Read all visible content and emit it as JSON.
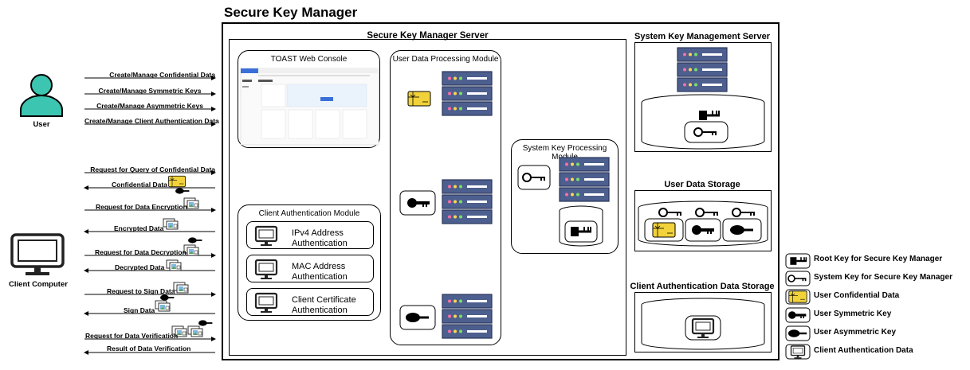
{
  "title": "Secure Key Manager",
  "server": {
    "title": "Secure Key Manager Server",
    "console": {
      "title": "TOAST Web Console"
    },
    "user_module": {
      "title": "User Data Processing Module"
    },
    "system_module": {
      "title": "System Key Processing Module"
    },
    "client_auth": {
      "title": "Client Authentication Module",
      "items": [
        {
          "line1": "IPv4 Address",
          "line2": "Authentication"
        },
        {
          "line1": "MAC Address",
          "line2": "Authentication"
        },
        {
          "line1": "Client Certificate",
          "line2": "Authentication"
        }
      ]
    }
  },
  "right_sections": {
    "system_key_server": "System Key Management Server",
    "user_data_storage": "User Data Storage",
    "client_auth_storage": "Client Authentication Data Storage"
  },
  "actors": {
    "user": "User",
    "client": "Client Computer"
  },
  "user_flows": [
    "Create/Manage Confidential Data",
    "Create/Manage Symmetric Keys",
    "Create/Manage Asymmetric Keys",
    "Create/Manage Client Authentication Data"
  ],
  "client_flows": [
    {
      "label": "Request for Query of Confidential Data",
      "direction": "right"
    },
    {
      "label": "Confidential Data",
      "direction": "left"
    },
    {
      "label": "Request for Data Encryption",
      "direction": "right"
    },
    {
      "label": "Encrypted Data",
      "direction": "left"
    },
    {
      "label": "Request for Data Decryption",
      "direction": "right"
    },
    {
      "label": "Decrypted Data",
      "direction": "left"
    },
    {
      "label": "Request to Sign Data",
      "direction": "right"
    },
    {
      "label": "Sign Data",
      "direction": "left"
    },
    {
      "label": "Request for Data Verification",
      "direction": "right"
    },
    {
      "label": "Result of Data Verification",
      "direction": "left"
    }
  ],
  "legend": [
    {
      "label": "Root Key for Secure Key Manager",
      "icon": "root-key-icon"
    },
    {
      "label": "System Key for Secure Key Manager",
      "icon": "system-key-icon"
    },
    {
      "label": "User Confidential Data",
      "icon": "confidential-data-icon"
    },
    {
      "label": "User Symmetric Key",
      "icon": "symmetric-key-icon"
    },
    {
      "label": "User Asymmetric Key",
      "icon": "asymmetric-key-icon"
    },
    {
      "label": "Client Authentication Data",
      "icon": "monitor-icon"
    }
  ],
  "colors": {
    "server_blue": "#4d5f8e",
    "user_teal": "#3cc5b0",
    "confidential_yellow": "#f2d23a"
  }
}
